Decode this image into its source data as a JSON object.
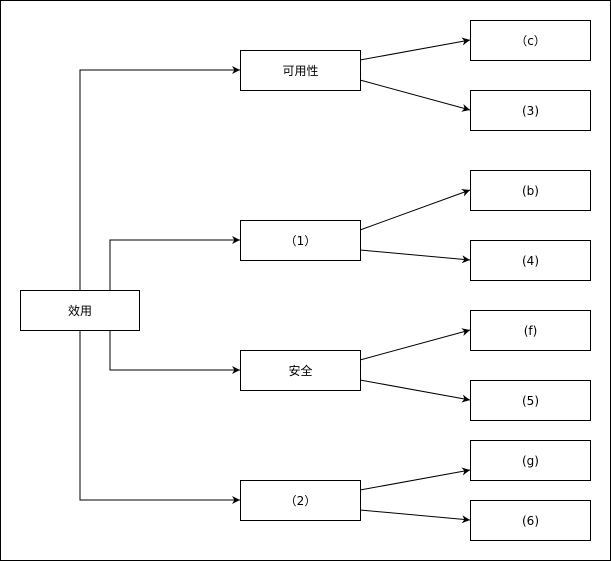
{
  "diagram": {
    "root": {
      "label": "效用"
    },
    "level1": [
      {
        "label": "可用性"
      },
      {
        "label": "（1）"
      },
      {
        "label": "安全"
      },
      {
        "label": "（2）"
      }
    ],
    "level2": [
      {
        "label": "（c）"
      },
      {
        "label": "(3)"
      },
      {
        "label": "(b)"
      },
      {
        "label": "(4)"
      },
      {
        "label": "(f)"
      },
      {
        "label": "(5)"
      },
      {
        "label": "(g)"
      },
      {
        "label": "(6)"
      }
    ],
    "colors": {
      "line": "#000000",
      "box_border": "#000000",
      "background": "#ffffff"
    }
  }
}
